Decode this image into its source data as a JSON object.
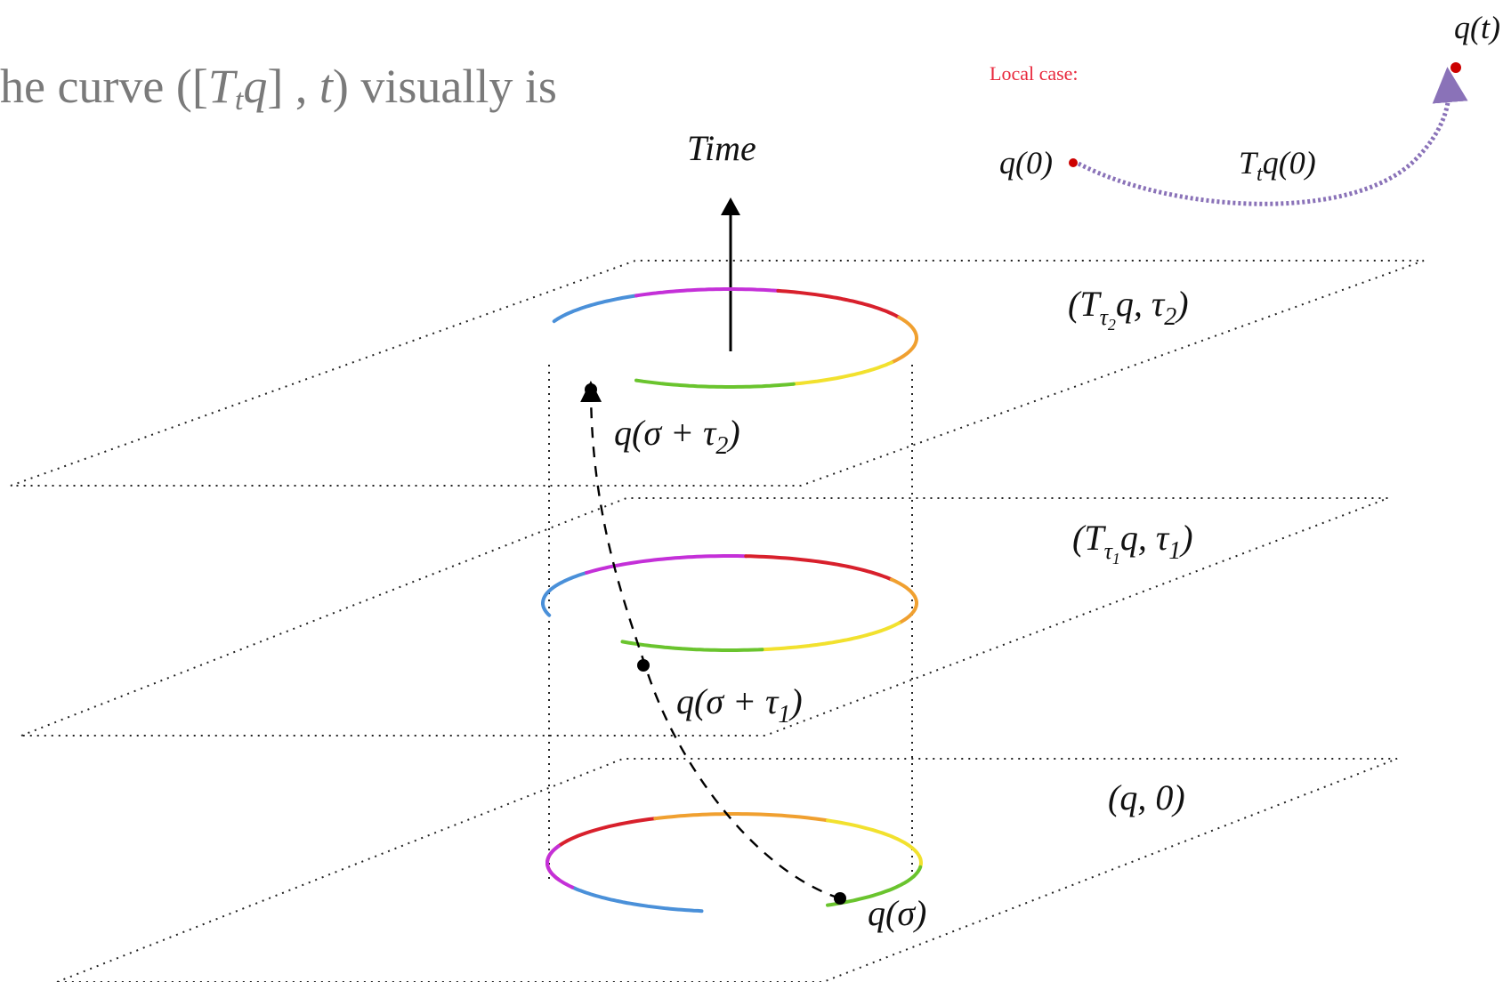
{
  "heading": {
    "prefix": "he curve ",
    "math_open": "([",
    "math_T": "T",
    "math_sub_t": "t",
    "math_q": "q",
    "math_close_bracket": "] , ",
    "math_t": "t",
    "math_close": ")",
    "suffix": " visually is"
  },
  "local_case": {
    "label": "Local case:",
    "label_color": "#e8283c",
    "start_label": "q(0)",
    "end_label": "q(t)",
    "arc_label": "T",
    "arc_label_sub": "t",
    "arc_label_rest": "q(0)",
    "point_color": "#cc0000",
    "arrow_color": "#8a72b8"
  },
  "axis": {
    "label": "Time"
  },
  "planes": [
    {
      "id": "top",
      "label_main": "(T",
      "label_sub": "τ",
      "label_subsub": "2",
      "label_rest": "q, τ",
      "label_end_sub": "2",
      "label_close": ")"
    },
    {
      "id": "middle",
      "label_main": "(T",
      "label_sub": "τ",
      "label_subsub": "1",
      "label_rest": "q, τ",
      "label_end_sub": "1",
      "label_close": ")"
    },
    {
      "id": "bottom",
      "label_main": "(q, 0)"
    }
  ],
  "points": [
    {
      "id": "top",
      "label": "q(σ + τ",
      "label_sub": "2",
      "label_close": ")"
    },
    {
      "id": "middle",
      "label": "q(σ + τ",
      "label_sub": "1",
      "label_close": ")"
    },
    {
      "id": "bottom",
      "label": "q(σ)"
    }
  ],
  "colors": {
    "red": "#d8202c",
    "magenta": "#c430d8",
    "blue": "#4a90d9",
    "green": "#6ac42e",
    "yellow": "#f2e12e",
    "orange": "#f0a030"
  }
}
